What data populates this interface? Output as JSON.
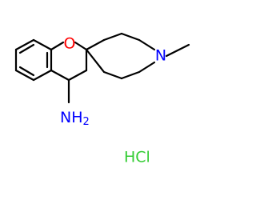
{
  "molecule": {
    "atoms": {
      "oxygen": "O",
      "nitrogen": "N",
      "amine": "NH",
      "amine_subscript": "2",
      "salt": "HCl"
    },
    "colors": {
      "oxygen": "#ff0000",
      "nitrogen": "#0000ff",
      "amine": "#0000ff",
      "salt": "#33cc33",
      "bond": "#000000"
    }
  }
}
